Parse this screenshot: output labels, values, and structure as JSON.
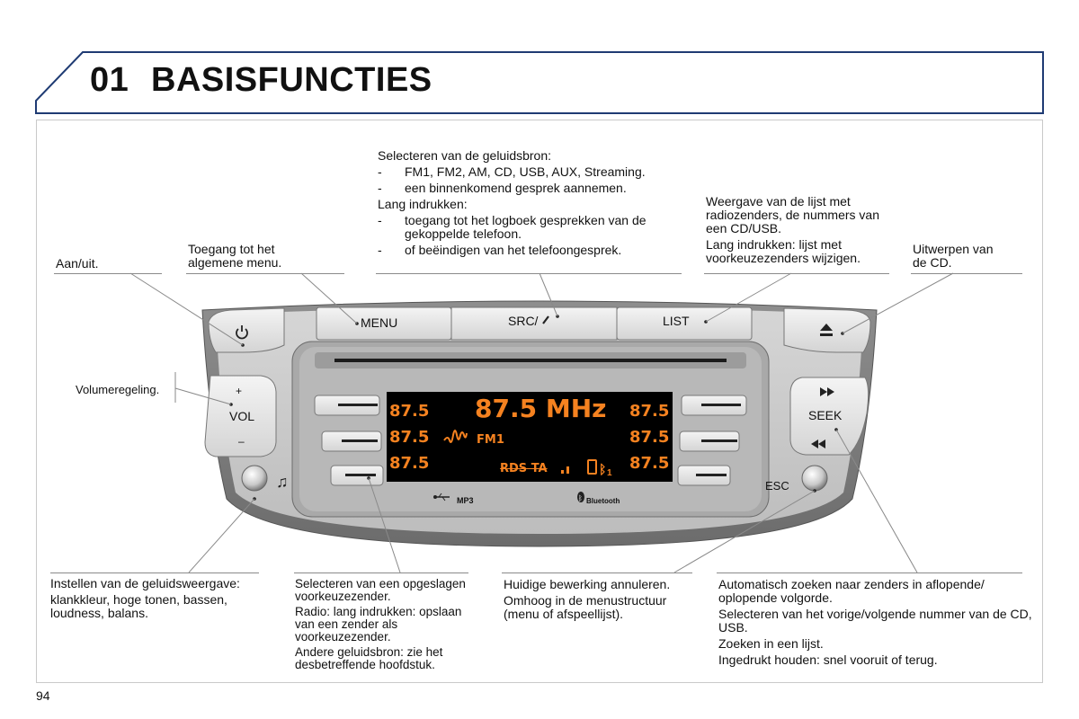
{
  "header": {
    "chapter_number": "01",
    "chapter_title": "BASISFUNCTIES"
  },
  "page_number": "94",
  "callouts": {
    "power": {
      "text": "Aan/uit."
    },
    "menu": {
      "lines": [
        "Toegang tot het",
        "algemene menu."
      ]
    },
    "source": {
      "title": "Selecteren van de geluidsbron:",
      "items": [
        "FM1, FM2, AM, CD, USB, AUX, Streaming.",
        "een binnenkomend gesprek aannemen."
      ],
      "long_press_title": "Lang indrukken:",
      "long_items": [
        "toegang tot het logboek gesprekken van de gekoppelde telefoon.",
        "of beëindigen van het telefoongesprek."
      ],
      "dash": "-"
    },
    "list": {
      "p1": "Weergave van de lijst met radiozenders, de nummers van een CD/USB.",
      "p2": "Lang indrukken: lijst met voorkeuzezenders wijzigen."
    },
    "eject": {
      "lines": [
        "Uitwerpen van",
        "de CD."
      ]
    },
    "volume": {
      "text": "Volumeregeling."
    },
    "audio": {
      "p1": "Instellen van de geluidsweergave:",
      "p2": "klankkleur, hoge tonen, bassen, loudness, balans."
    },
    "presets": {
      "p1": "Selecteren van een opgeslagen voorkeuzezender.",
      "p2": "Radio: lang indrukken: opslaan van een zender als voorkeuzezender.",
      "p3": "Andere geluidsbron: zie het desbetreffende hoofdstuk."
    },
    "esc": {
      "p1": "Huidige bewerking annuleren.",
      "p2": "Omhoog in de menustructuur (menu of afspeellijst)."
    },
    "seek": {
      "p1": "Automatisch zoeken naar zenders in aflopende/ oplopende volgorde.",
      "p2": "Selecteren van het vorige/volgende nummer van de CD, USB.",
      "p3": "Zoeken in een lijst.",
      "p4": "Ingedrukt houden: snel vooruit of terug."
    }
  },
  "device": {
    "buttons": {
      "menu": "MENU",
      "src": "SRC/",
      "list": "LIST",
      "vol": "VOL",
      "vol_plus": "+",
      "vol_minus": "–",
      "seek": "SEEK",
      "esc": "ESC"
    },
    "display": {
      "frequency": "87.5 MHz",
      "band": "FM1",
      "presets_left": [
        "87.5",
        "87.5",
        "87.5"
      ],
      "presets_right": [
        "87.5",
        "87.5",
        "87.5"
      ],
      "status": "RDS TA"
    },
    "logos": {
      "usb": "MP3",
      "bluetooth": "Bluetooth"
    }
  },
  "icons": [
    "power-icon",
    "eject-icon",
    "music-note-icon",
    "phone-icon",
    "fast-forward-icon",
    "rewind-icon",
    "usb-icon",
    "bluetooth-icon"
  ],
  "colors": {
    "header_border": "#1f3b73",
    "lcd_text": "#f58220",
    "lcd_bg": "#000000"
  }
}
